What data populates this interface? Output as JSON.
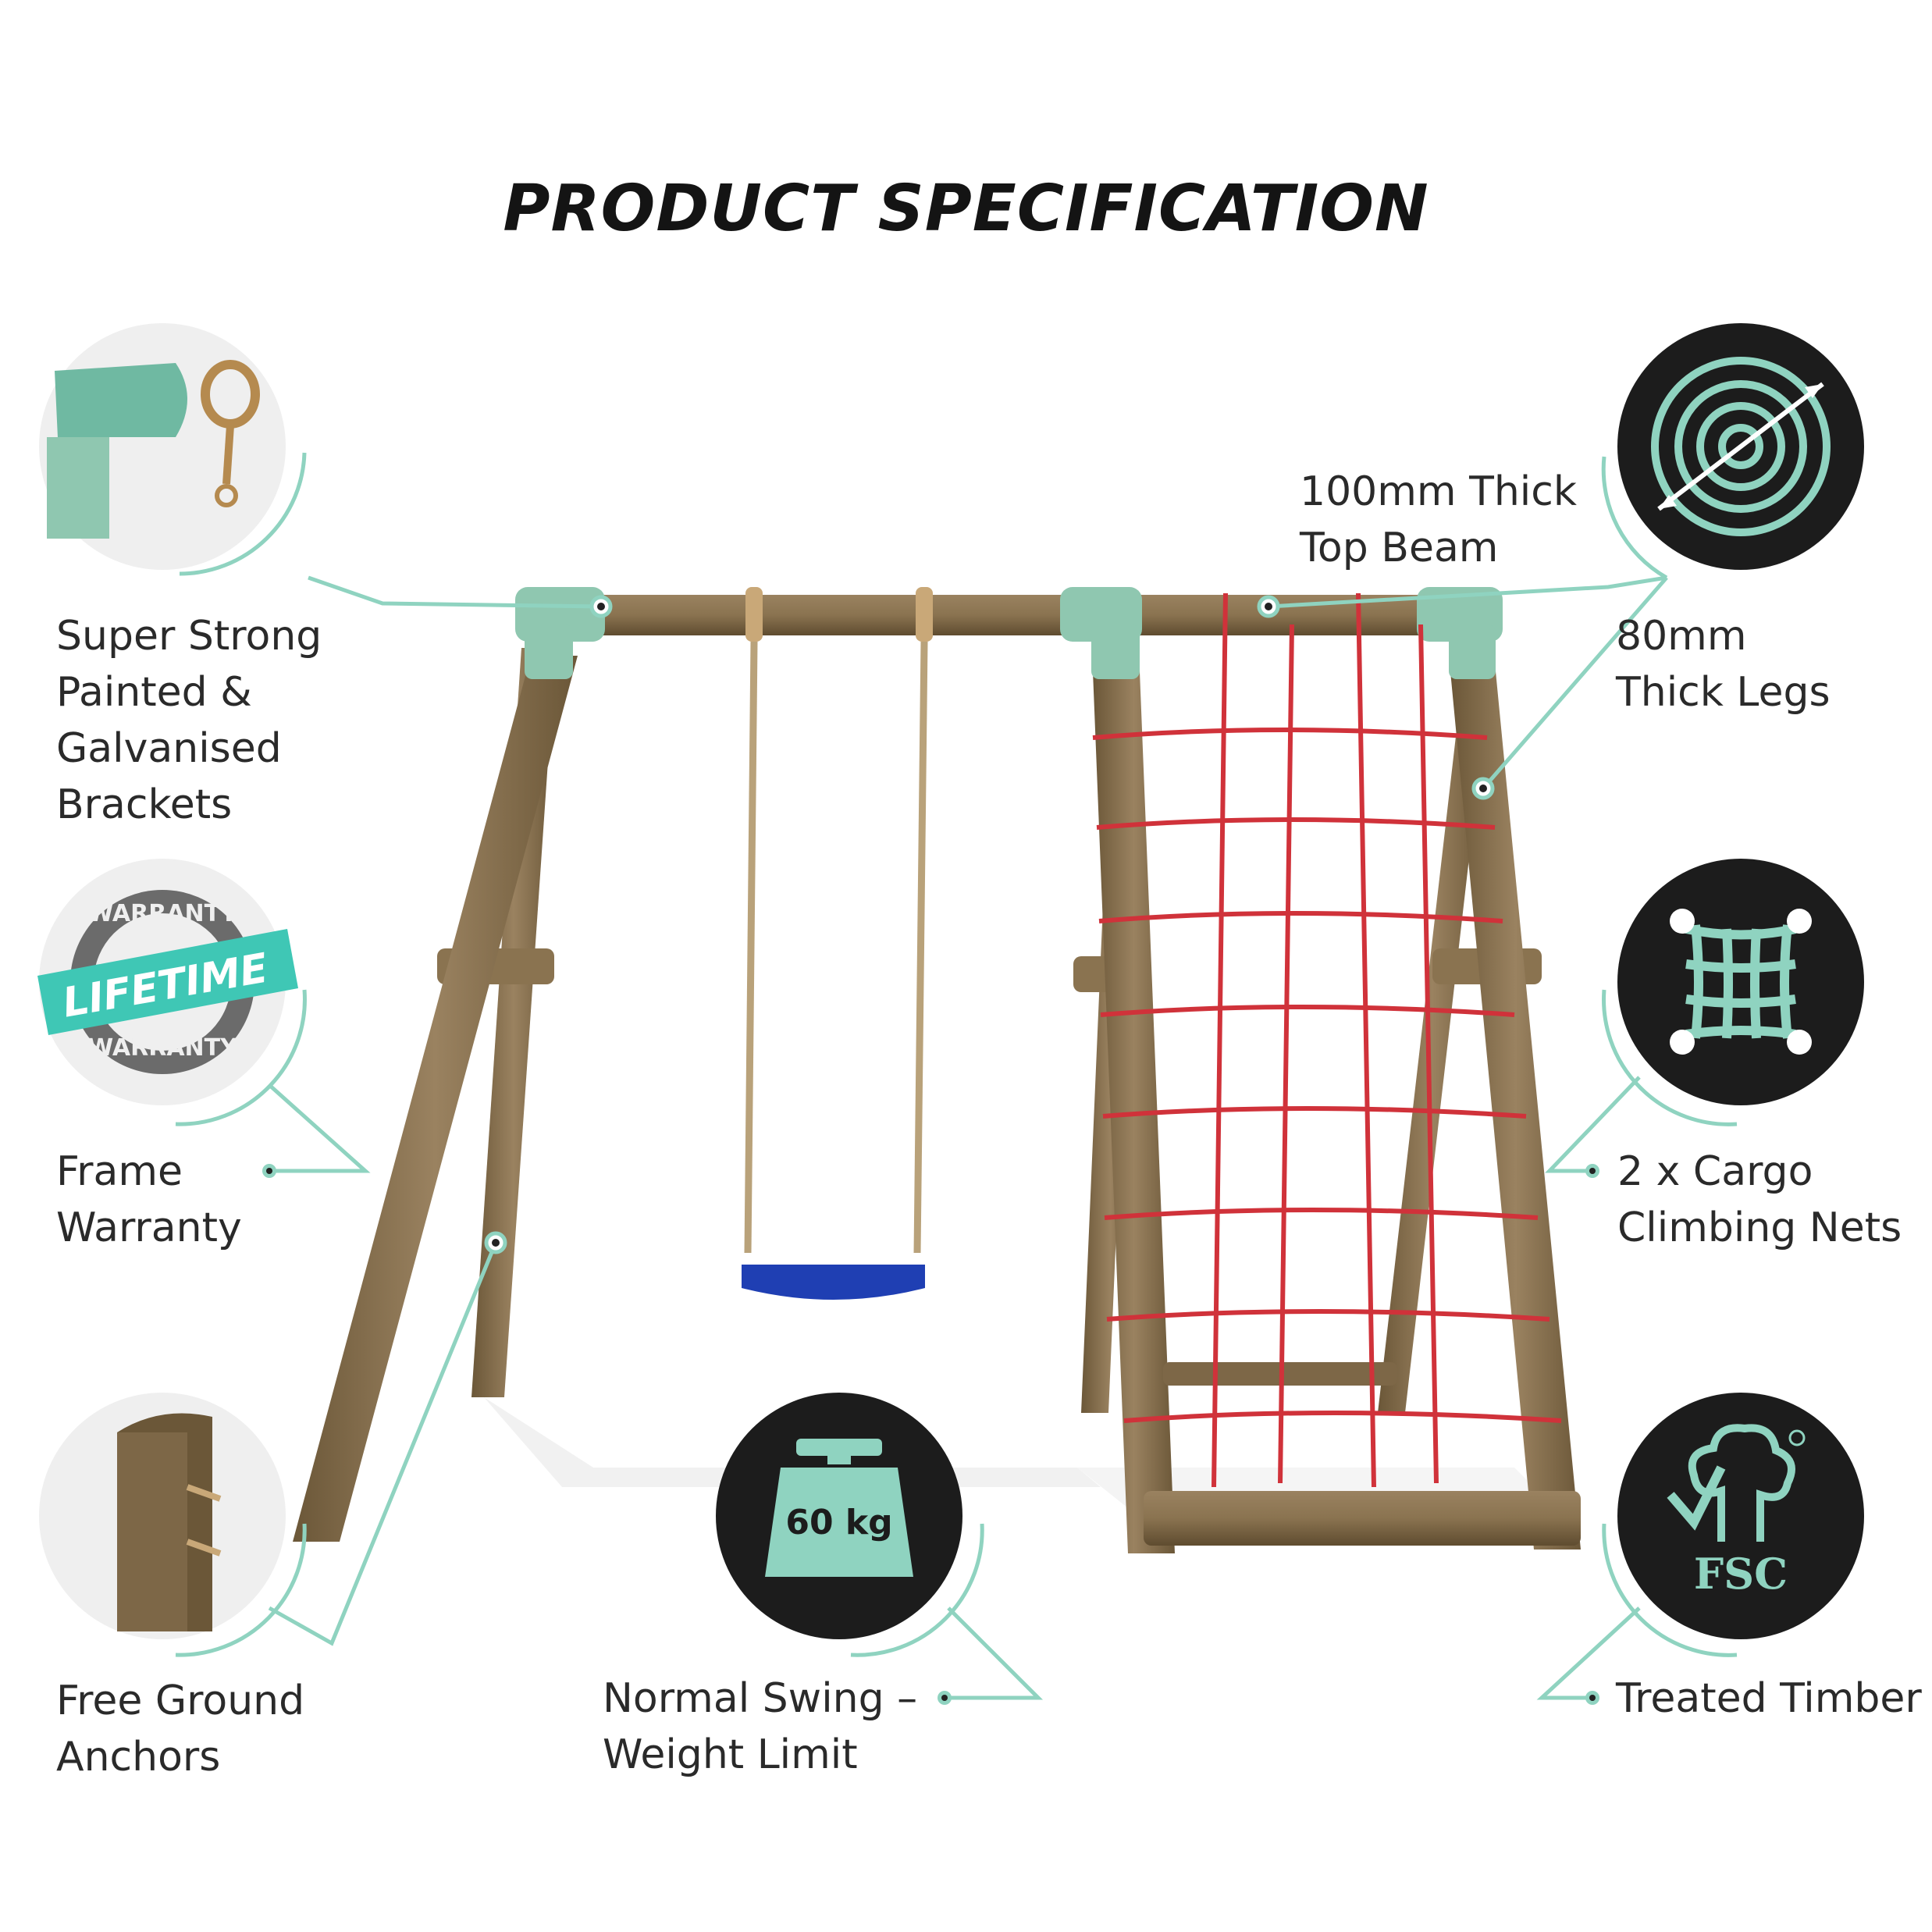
{
  "title": "PRODUCT SPECIFICATION",
  "colors": {
    "accent": "#8fd3c0",
    "bracket": "#8fc7b0",
    "timber": "#8a7350",
    "timber_dark": "#6b5738",
    "net": "#d0323a",
    "seat": "#1f3fb3",
    "badge_dark": "#1c1c1c",
    "warranty_teal": "#3fc7b5"
  },
  "features": {
    "brackets": {
      "lines": [
        "Super Strong",
        "Painted &",
        "Galvanised",
        "Brackets"
      ],
      "icon": "bracket-icon"
    },
    "top_beam": {
      "lines": [
        "100mm Thick",
        "Top Beam"
      ]
    },
    "legs": {
      "lines": [
        "80mm",
        "Thick Legs"
      ],
      "icon": "timber-rings-icon"
    },
    "warranty": {
      "lines": [
        "Frame",
        "Warranty"
      ],
      "icon": "lifetime-warranty-icon",
      "badge_text": "LIFETIME",
      "ring_text_top": "WARRANTY",
      "ring_text_bottom": "WARRANTY"
    },
    "nets": {
      "lines": [
        "2 x Cargo",
        "Climbing Nets"
      ],
      "icon": "cargo-net-icon"
    },
    "anchors": {
      "lines": [
        "Free Ground",
        "Anchors"
      ],
      "icon": "ground-anchor-icon"
    },
    "swing_limit": {
      "lines": [
        "Normal Swing –",
        "Weight Limit"
      ],
      "icon": "weight-icon",
      "weight_value": "60 kg"
    },
    "timber": {
      "lines": [
        "Treated Timber"
      ],
      "icon": "fsc-icon",
      "logo_text": "FSC"
    }
  }
}
